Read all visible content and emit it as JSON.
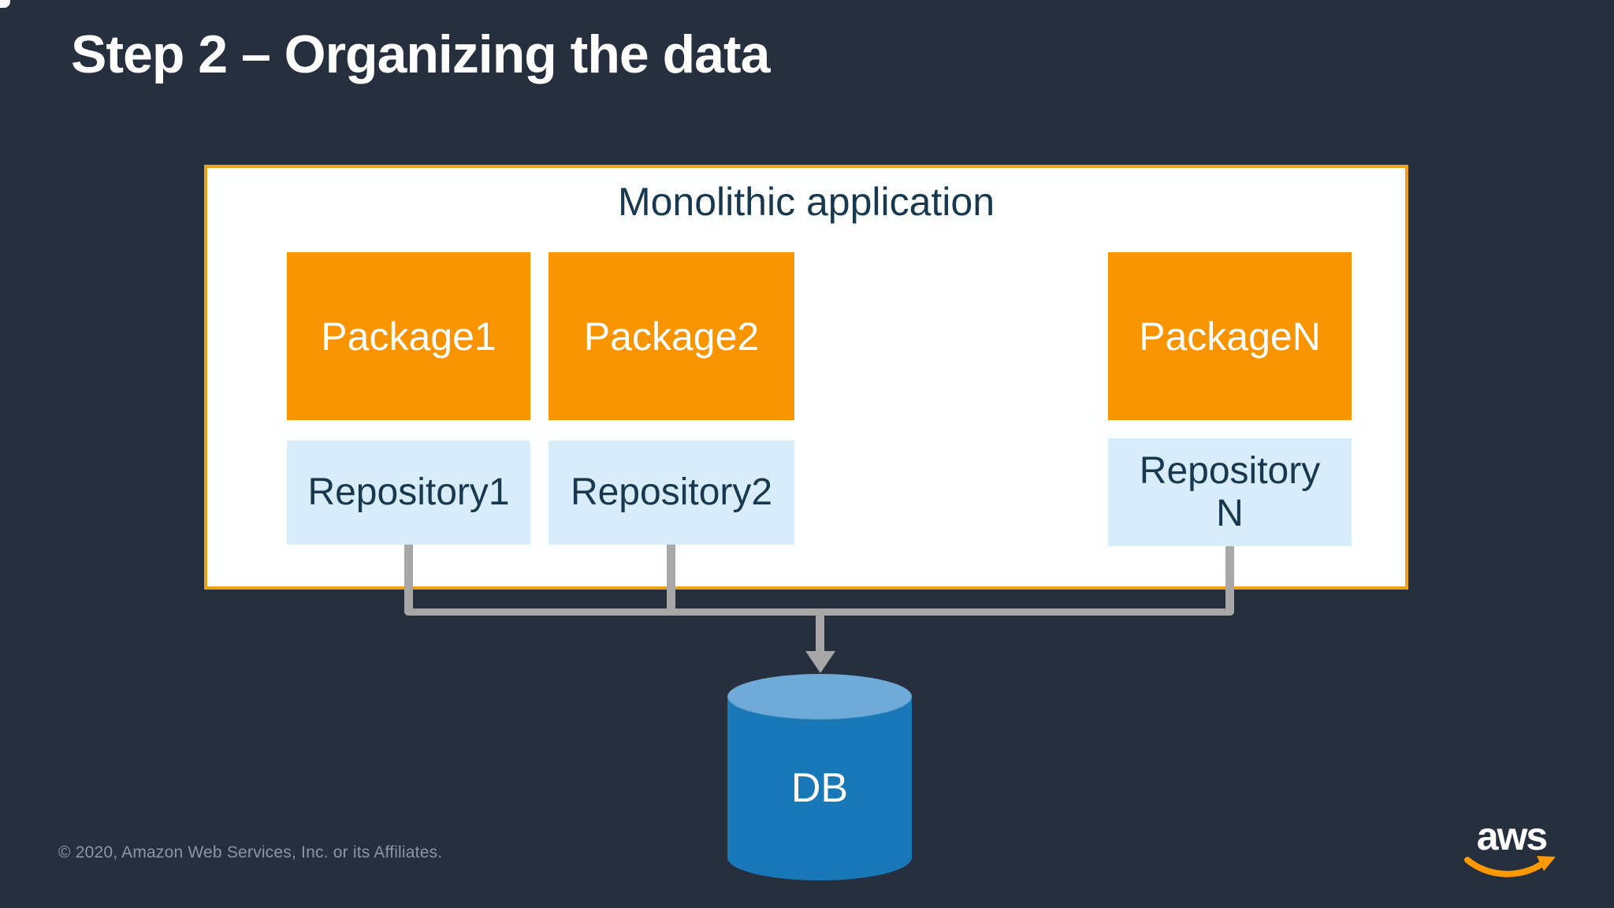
{
  "slide": {
    "title": "Step 2 – Organizing the data",
    "copyright": "© 2020, Amazon Web Services, Inc. or its Affiliates.",
    "brand_text": "aws"
  },
  "diagram": {
    "container_title": "Monolithic application",
    "packages": [
      {
        "label": "Package1"
      },
      {
        "label": "Package2"
      },
      {
        "label": "PackageN"
      }
    ],
    "repositories": [
      {
        "label": "Repository1"
      },
      {
        "label": "Repository2"
      },
      {
        "label": "Repository\nN"
      }
    ],
    "database": {
      "label": "DB"
    }
  },
  "icons": {
    "db_cylinder": "database-cylinder-icon",
    "arrow": "arrow-down-icon",
    "aws_smile": "aws-smile-arrow-icon"
  },
  "colors": {
    "background": "#252F3E",
    "package_orange": "#F79400",
    "container_border_orange": "#EFA019",
    "repository_blue": "#D8EDF9",
    "db_body_blue": "#1878B8",
    "db_top_blue": "#6FAAD8",
    "connector_gray": "#A7A7A7",
    "dark_heading_text": "#17384E",
    "aws_orange": "#FF9900",
    "copyright_gray": "#8B95A3"
  }
}
